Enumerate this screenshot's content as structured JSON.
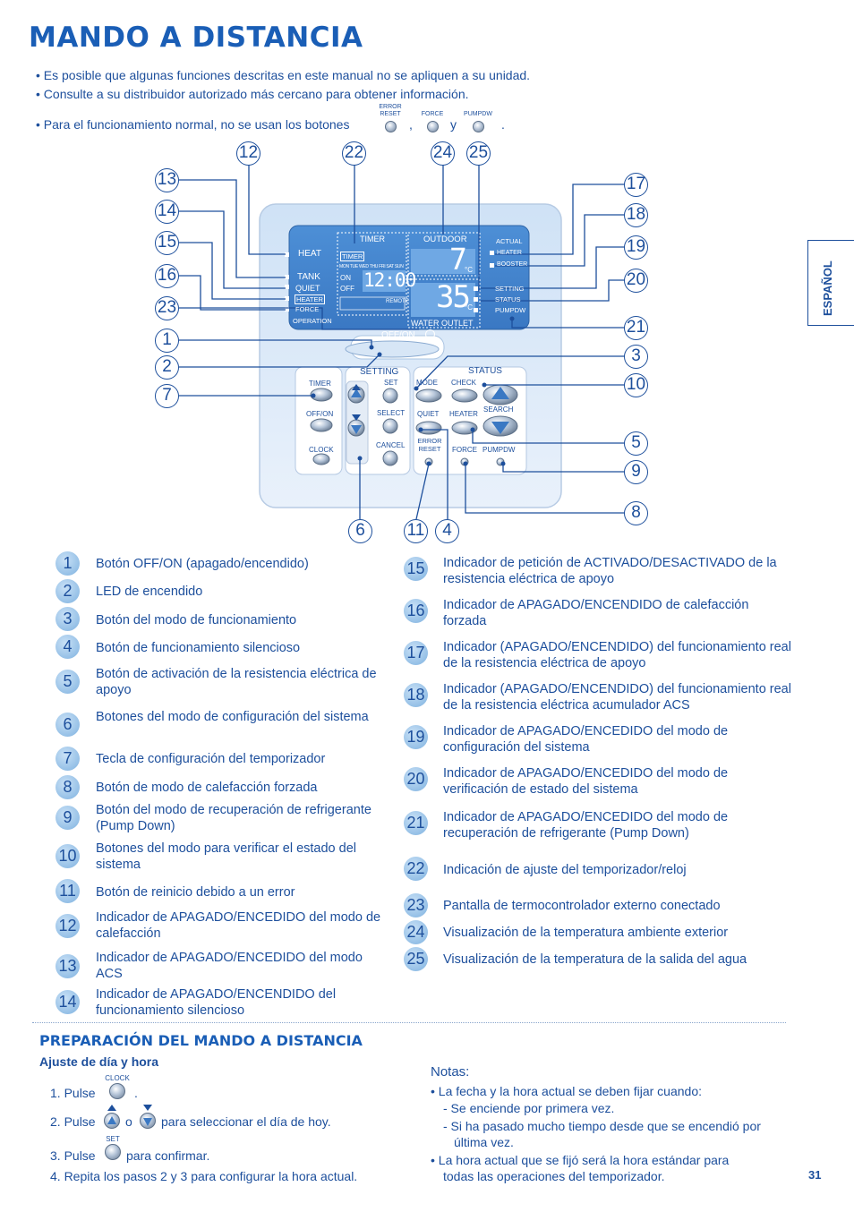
{
  "title": "MANDO A DISTANCIA",
  "intro": {
    "line1": "• Es posible que algunas funciones descritas en este manual no se apliquen a su unidad.",
    "line2": "• Consulte a su distribuidor autorizado más cercano para obtener información.",
    "line3": "• Para el funcionamiento normal, no se usan los botones",
    "btn1": "ERROR RESET",
    "sep1": ",",
    "btn2": "FORCE",
    "sep2": "y",
    "btn3": "PUMPDW",
    "end": "."
  },
  "side_tab": "ESPAÑOL",
  "remote": {
    "lcd": {
      "heat": "HEAT",
      "tank": "TANK",
      "quiet": "QUIET",
      "heater": "HEATER",
      "force": "FORCE",
      "operation": "OPERATION",
      "timer": "TIMER",
      "timer_box": "TIMER",
      "days": "MON TUE WED THU FRI SAT SUN",
      "on": "ON",
      "off": "OFF",
      "clock": "12:00",
      "remote": "REMOTE",
      "outdoor": "OUTDOOR",
      "outdoor_temp": "7",
      "deg": "°C",
      "water_temp": "35",
      "water_outlet": "WATER OUTLET",
      "actual": "ACTUAL",
      "heater_r": "HEATER",
      "booster": "BOOSTER",
      "setting": "SETTING",
      "status": "STATUS",
      "pumpdw": "PUMPDW"
    },
    "offon": "OFF/ON",
    "keys": {
      "setting": "SETTING",
      "status": "STATUS",
      "timer": "TIMER",
      "off_on": "OFF/ON",
      "clock": "CLOCK",
      "set": "SET",
      "select": "SELECT",
      "cancel": "CANCEL",
      "mode": "MODE",
      "quiet": "QUIET",
      "error_reset": "ERROR RESET",
      "check": "CHECK",
      "heater": "HEATER",
      "search": "SEARCH",
      "force": "FORCE",
      "pumpdw": "PUMPDW"
    },
    "callouts": [
      "12",
      "22",
      "24",
      "25",
      "13",
      "14",
      "15",
      "16",
      "23",
      "1",
      "2",
      "7",
      "17",
      "18",
      "19",
      "20",
      "21",
      "3",
      "10",
      "5",
      "9",
      "8",
      "6",
      "11",
      "4"
    ]
  },
  "legend_left": [
    {
      "n": "1",
      "text": "Botón OFF/ON (apagado/encendido)"
    },
    {
      "n": "2",
      "text": "LED de encendido"
    },
    {
      "n": "3",
      "text": "Botón del modo de funcionamiento"
    },
    {
      "n": "4",
      "text": "Botón de funcionamiento silencioso"
    },
    {
      "n": "5",
      "text": "Botón de activación de la resistencia eléctrica de apoyo"
    },
    {
      "n": "6",
      "text": "Botones del modo de configuración del sistema"
    },
    {
      "n": "7",
      "text": "Tecla de configuración del temporizador"
    },
    {
      "n": "8",
      "text": "Botón de modo de calefacción forzada"
    },
    {
      "n": "9",
      "text": "Botón del modo de recuperación de refrigerante (Pump Down)"
    },
    {
      "n": "10",
      "text": "Botones del modo para verificar el estado del sistema"
    },
    {
      "n": "11",
      "text": "Botón de reinicio debido a un error"
    },
    {
      "n": "12",
      "text": "Indicador de APAGADO/ENCEDIDO del modo de calefacción"
    },
    {
      "n": "13",
      "text": "Indicador de APAGADO/ENCEDIDO del modo ACS"
    },
    {
      "n": "14",
      "text": "Indicador de APAGADO/ENCENDIDO del funcionamiento silencioso"
    }
  ],
  "legend_right": [
    {
      "n": "15",
      "text": "Indicador de petición de ACTIVADO/DESACTIVADO de la resistencia eléctrica de apoyo"
    },
    {
      "n": "16",
      "text": "Indicador de APAGADO/ENCENDIDO de calefacción forzada"
    },
    {
      "n": "17",
      "text": "Indicador (APAGADO/ENCENDIDO) del funcionamiento real de la resistencia eléctrica de apoyo"
    },
    {
      "n": "18",
      "text": "Indicador (APAGADO/ENCENDIDO) del funcionamiento real de la resistencia eléctrica acumulador ACS"
    },
    {
      "n": "19",
      "text": "Indicador de APAGADO/ENCEDIDO del modo de configuración del sistema"
    },
    {
      "n": "20",
      "text": "Indicador de APAGADO/ENCEDIDO del modo de verificación de estado del sistema"
    },
    {
      "n": "21",
      "text": "Indicador de APAGADO/ENCEDIDO del modo de recuperación de refrigerante (Pump Down)"
    },
    {
      "n": "22",
      "text": "Indicación de ajuste del temporizador/reloj"
    },
    {
      "n": "23",
      "text": "Pantalla de termocontrolador externo conectado"
    },
    {
      "n": "24",
      "text": "Visualización de la temperatura ambiente exterior"
    },
    {
      "n": "25",
      "text": "Visualización de la temperatura de la salida del agua"
    }
  ],
  "prep": {
    "title": "PREPARACIÓN DEL MANDO A DISTANCIA",
    "subtitle": "Ajuste de día y hora",
    "step1": "1. Pulse",
    "step1_btn": "CLOCK",
    "step1_end": ".",
    "step2": "2. Pulse",
    "step2_or": "o",
    "step2_end": "para seleccionar el día de hoy.",
    "step3": "3. Pulse",
    "step3_btn": "SET",
    "step3_end": "para confirmar.",
    "step4": "4. Repita los pasos 2 y 3 para configurar la hora actual."
  },
  "notes": {
    "title": "Notas:",
    "n1": "•  La fecha y la hora actual se deben fijar cuando:",
    "n1a": "-  Se enciende por primera vez.",
    "n1b": "-  Si ha pasado mucho tiempo desde que se encendió por última vez.",
    "n2": "•  La hora actual que se fijó será la hora estándar para todas las operaciones del temporizador."
  },
  "page_number": "31"
}
